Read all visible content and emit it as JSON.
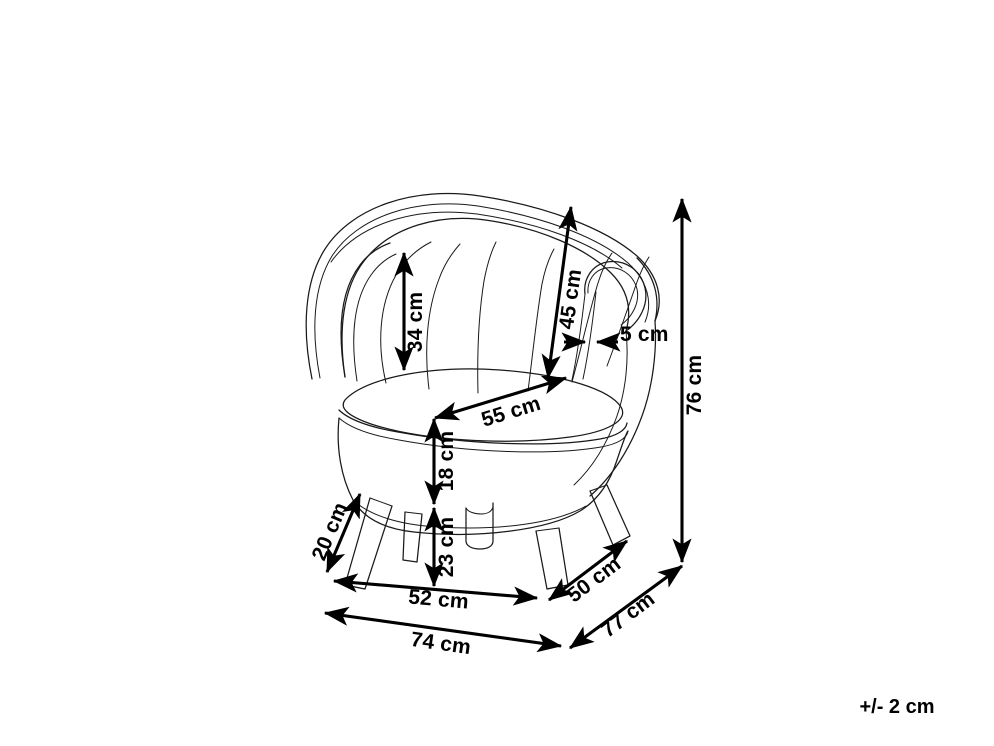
{
  "drawing": {
    "title": "Armchair dimension drawing",
    "subject": "barrel tub armchair with channel tufted backrest and splayed wooden legs",
    "background_color": "#ffffff",
    "line_color": "#1a1a1a",
    "dimension_color": "#000000",
    "unit": "cm"
  },
  "dimensions": {
    "backrest_inner_height": "34 cm",
    "backrest_outer_height": "45 cm",
    "backrest_thickness": "5 cm",
    "seat_depth": "55 cm",
    "total_height": "76 cm",
    "seat_height": "18 cm",
    "leg_height": "23 cm",
    "leg_span_diagonal": "20 cm",
    "leg_base_width": "52 cm",
    "leg_base_depth": "50 cm",
    "total_width": "74 cm",
    "total_depth": "77 cm"
  },
  "tolerance": {
    "note": "+/- 2 cm"
  }
}
